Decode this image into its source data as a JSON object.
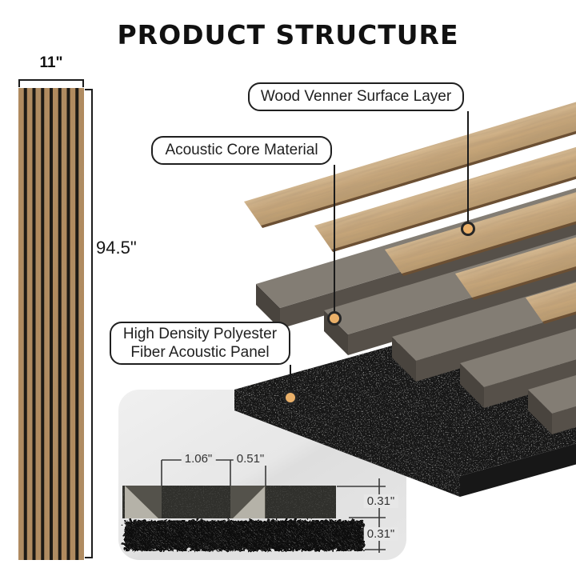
{
  "title": "PRODUCT STRUCTURE",
  "front_view": {
    "width_dim": "11\"",
    "height_dim": "94.5\""
  },
  "callouts": [
    {
      "label": "Wood Venner Surface Layer"
    },
    {
      "label": "Acoustic Core Material"
    },
    {
      "line1": "High Density Polyester",
      "line2": "Fiber Acoustic Panel"
    }
  ],
  "cross_section_dims": {
    "slat_width": "1.06\"",
    "groove_width": "0.51\"",
    "slat_thickness": "0.31\"",
    "felt_thickness": "0.31\""
  },
  "colors": {
    "background": "#ffffff",
    "title": "#111111",
    "label_border": "#1f1f1f",
    "label_text": "#1f1f1f",
    "leader_line": "#1a1a1a",
    "dot_fill": "#eab069",
    "dot_ring": "#262626",
    "bracket_line": "#1c1c1c",
    "dim_line": "#3a3a3a",
    "dim_text": "#333333",
    "panel_wood": "#b18a5d",
    "groove_black": "#1d1a15",
    "wood_light": "#d9bd95",
    "wood_mid": "#c9a87c",
    "wood_deep": "#b99a6e",
    "wood_edge": "#6b4f33",
    "core_top": "#837d74",
    "core_front": "#565049",
    "core_end": "#49443e",
    "felt": "#171717",
    "detail_bg": "#f0f0f0",
    "detail_bg2": "#e7e7e7",
    "detail_bg3": "#dedede",
    "cs_slat": "#30302c",
    "cs_groove_shadow": "#54524b",
    "cs_chamfer": "#b5b2a8",
    "cs_felt": "#0c0c0c"
  }
}
